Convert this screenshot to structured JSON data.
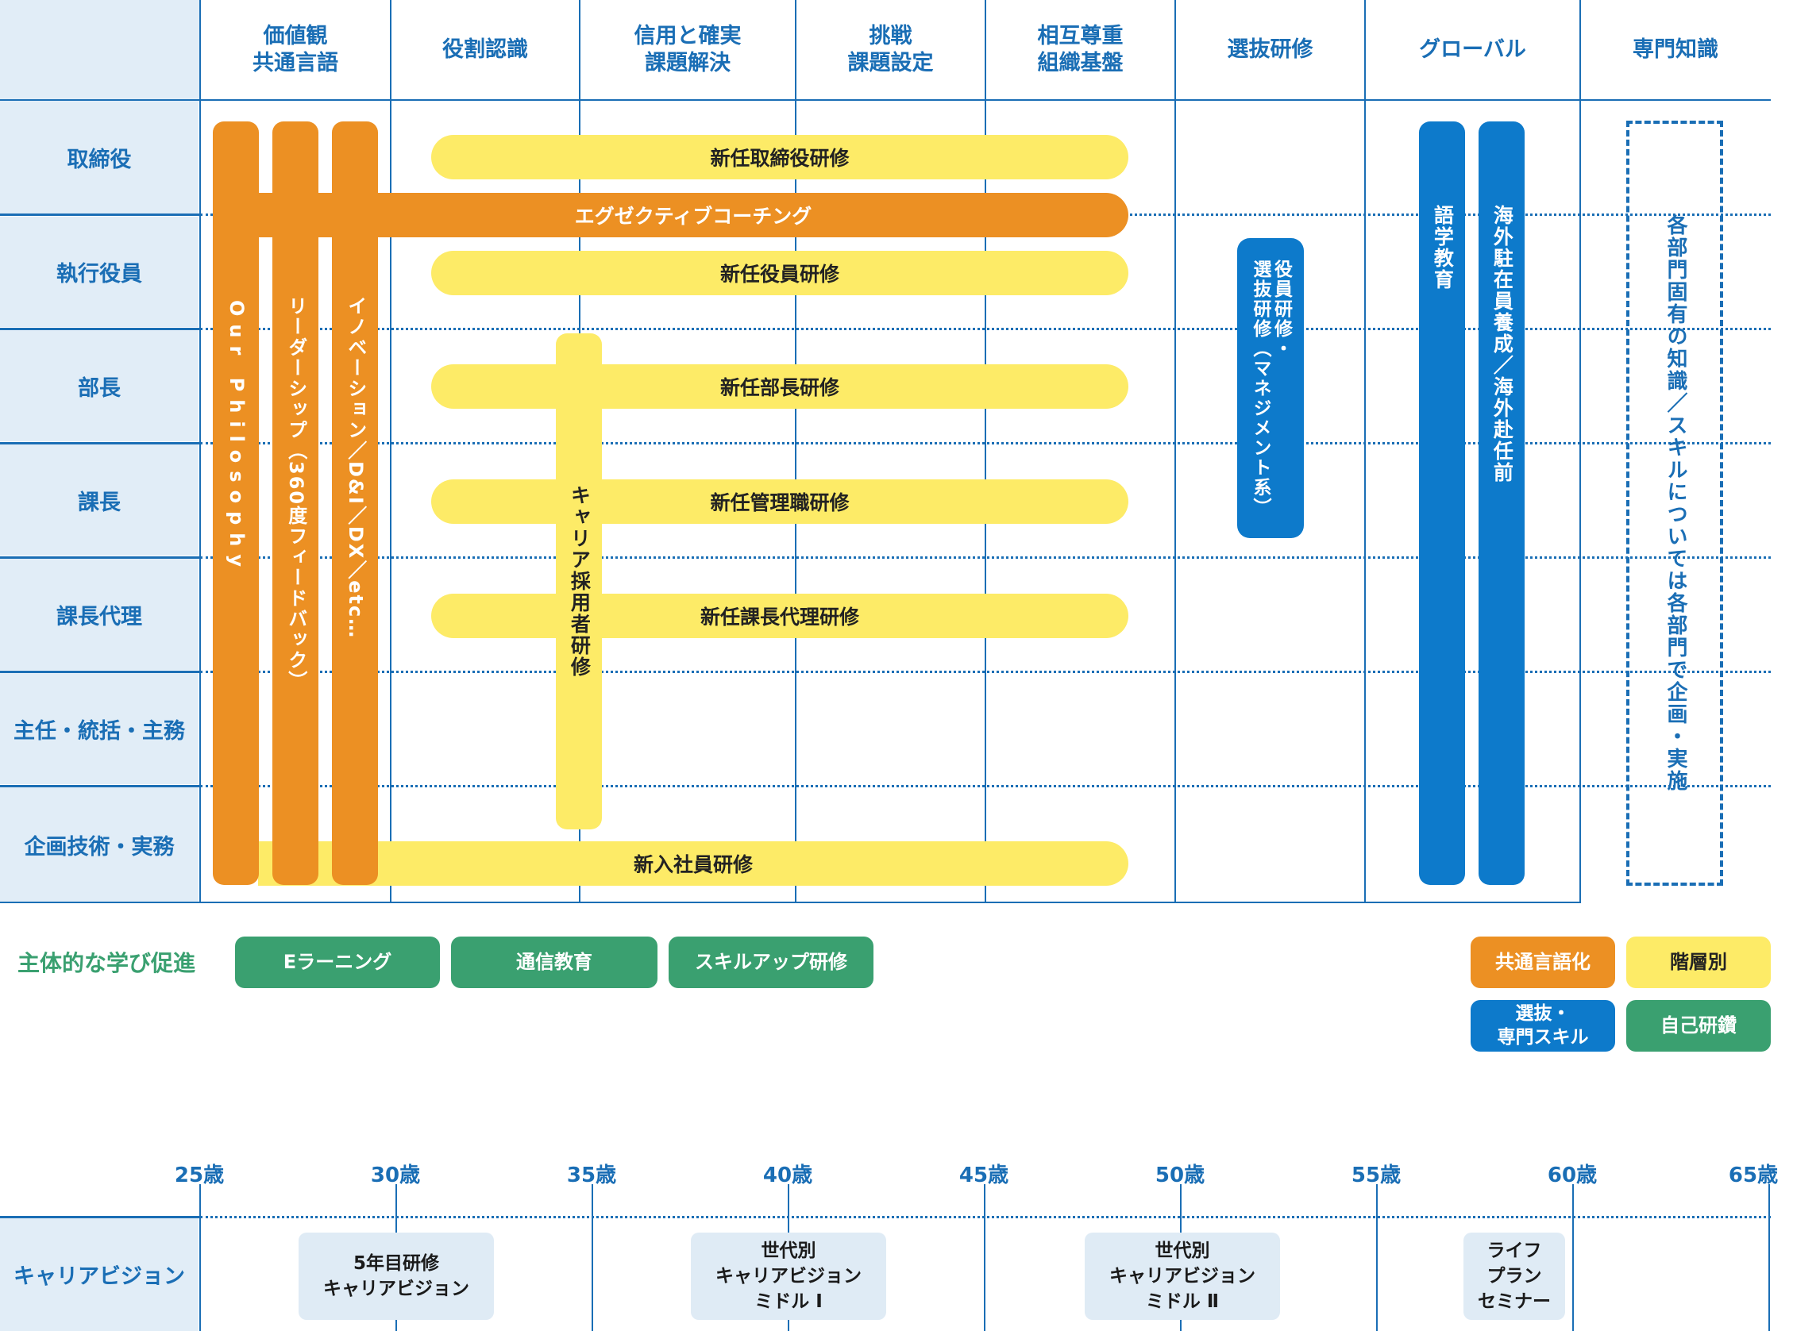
{
  "columns": [
    "価値観\n共通言語",
    "役割認識",
    "信用と確実\n課題解決",
    "挑戦\n課題設定",
    "相互尊重\n組織基盤",
    "選抜研修",
    "グローバル",
    "専門知識"
  ],
  "rows": [
    "取締役",
    "執行役員",
    "部長",
    "課長",
    "課長代理",
    "主任・統括・主務",
    "企画技術・実務"
  ],
  "orange_bars": [
    "Our Philosophy",
    "リーダーシップ（360度フィードバック）",
    "イノベーション／D&I／DX／etc…"
  ],
  "yellow_bars": {
    "director": "新任取締役研修",
    "exec_coaching": "エグゼクティブコーチング",
    "officer": "新任役員研修",
    "manager": "新任部長研修",
    "section_chief": "新任管理職研修",
    "deputy": "新任課長代理研修",
    "new_employee": "新入社員研修",
    "career_hire": "キャリア採用者研修"
  },
  "selection_bar": "役員研修・\n選抜研修（マネジメント系）",
  "global_bars": [
    "語学教育",
    "海外駐在員養成／海外赴任前"
  ],
  "specialist_box": "各部門固有の知識／スキルについては各部門で企画・実施",
  "self_learning": {
    "label": "主体的な学び促進",
    "items": [
      "Eラーニング",
      "通信教育",
      "スキルアップ研修"
    ]
  },
  "legend": {
    "common": "共通言語化",
    "layer": "階層別",
    "selection": "選抜・\n専門スキル",
    "self": "自己研鑽"
  },
  "career": {
    "label": "キャリアビジョン",
    "ages": [
      "25歳",
      "30歳",
      "35歳",
      "40歳",
      "45歳",
      "50歳",
      "55歳",
      "60歳",
      "65歳"
    ],
    "boxes": [
      "5年目研修\nキャリアビジョン",
      "世代別\nキャリアビジョン\nミドル Ⅰ",
      "世代別\nキャリアビジョン\nミドル Ⅱ",
      "ライフ\nプラン\nセミナー"
    ]
  },
  "colors": {
    "blue_text": "#1a6eb5",
    "orange": "#ec9023",
    "yellow": "#fdeb67",
    "blue": "#0d7acb",
    "green": "#3aa070",
    "label_bg": "#e1edf7"
  }
}
